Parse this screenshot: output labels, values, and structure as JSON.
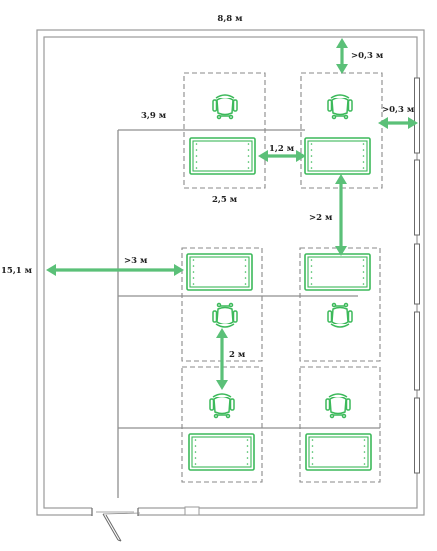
{
  "dimensions": {
    "room_width": "8,8 м",
    "room_length": "15,1 м",
    "wall_clearance_top": ">0,3 м",
    "wall_clearance_right": ">0,3 м",
    "zone_depth": "3,9 м",
    "zone_width": "2,5 м",
    "gap_between_desks": "1,2 м",
    "aisle_to_wall": ">3 м",
    "row_spacing": ">2 м",
    "chair_spacing": "2 м"
  },
  "colors": {
    "accent": "#3cb95a",
    "arrow": "#5bc078",
    "wall": "#9a9a9a",
    "zone_border": "#8a8a8a"
  },
  "icons": [
    "desk-icon",
    "office-chair-icon",
    "door-icon",
    "window-icon"
  ]
}
